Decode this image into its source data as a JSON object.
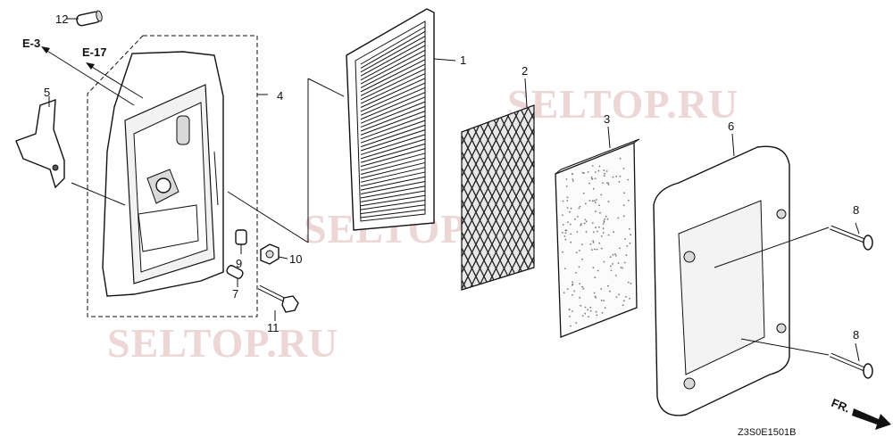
{
  "labels": {
    "p1": "1",
    "p2": "2",
    "p3": "3",
    "p4": "4",
    "p5": "5",
    "p6": "6",
    "p7": "7",
    "p8a": "8",
    "p8b": "8",
    "p9": "9",
    "p10": "10",
    "p11": "11",
    "p12": "12"
  },
  "refs": {
    "e3": "E-3",
    "e17": "E-17"
  },
  "watermarks": {
    "w1": "SELTOP.RU",
    "w2": "SELTOP.RU",
    "w3": "SELTOP.RU"
  },
  "diagram_code": "Z3S0E1501B",
  "front_marker": "FR."
}
